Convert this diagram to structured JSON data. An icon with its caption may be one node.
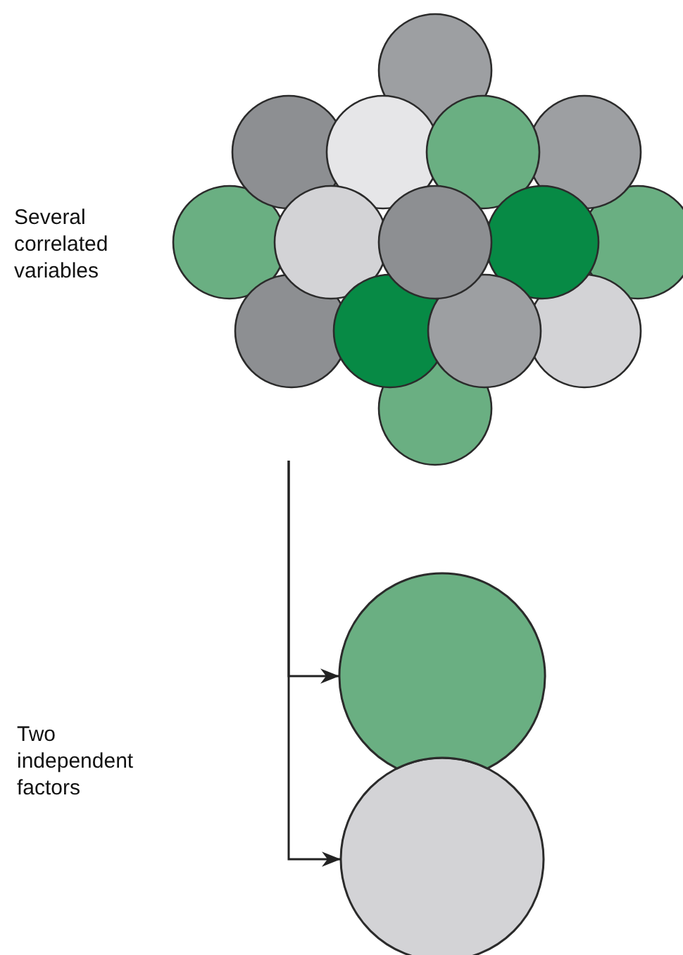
{
  "diagram": {
    "nodes": [
      {
        "text": [],
        "shape": "circle"
      },
      {
        "text": [],
        "shape": "circle"
      }
    ],
    "edges": [
      {
        "from": null,
        "to": 0,
        "arrow": "to"
      },
      {
        "from": null,
        "to": 1,
        "arrow": "to"
      }
    ],
    "labels": [
      "Several correlated variables",
      "Two independent factors"
    ]
  }
}
